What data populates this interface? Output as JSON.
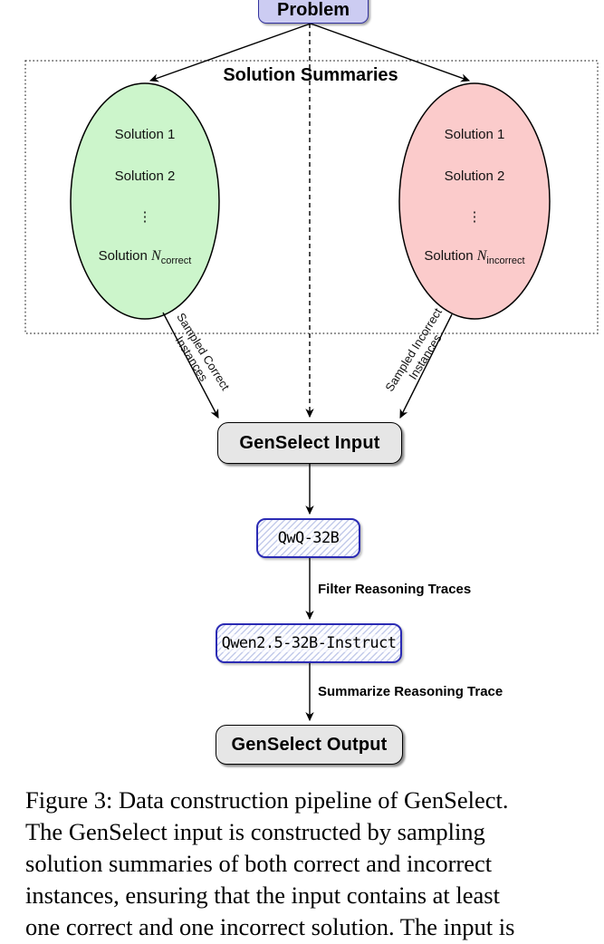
{
  "figure": {
    "problem_label": "Problem",
    "summaries_title": "Solution Summaries",
    "correct_ellipse": {
      "items": [
        "Solution 1",
        "Solution 2",
        "⋮"
      ],
      "last_prefix": "Solution ",
      "n_symbol": "N",
      "n_sub": "correct"
    },
    "incorrect_ellipse": {
      "items": [
        "Solution 1",
        "Solution 2",
        "⋮"
      ],
      "last_prefix": "Solution ",
      "n_symbol": "N",
      "n_sub": "incorrect"
    },
    "left_edge_label": {
      "line1": "Sampled Correct",
      "line2": "Instances"
    },
    "right_edge_label": {
      "line1": "Sampled Incorrect",
      "line2": "Instances"
    },
    "genselect_input_label": "GenSelect Input",
    "qwq_label": "QwQ-32B",
    "filter_label": "Filter Reasoning Traces",
    "qwen_label": "Qwen2.5-32B-Instruct",
    "summarize_label": "Summarize Reasoning Trace",
    "genselect_output_label": "GenSelect Output",
    "colors": {
      "problem_fill": "#ccccf2",
      "problem_border": "#33339e",
      "correct_fill": "#ccf5cb",
      "incorrect_fill": "#fbcbcb",
      "gray_box_fill": "#e6e6e6",
      "model_box_border": "#2b2bb4",
      "model_box_hatch": "#c3cbea"
    }
  },
  "caption": {
    "lines": [
      "Figure 3: Data construction pipeline of GenSelect.",
      "The GenSelect input is constructed by sampling",
      "solution summaries of both correct and incorrect",
      "instances, ensuring that the input contains at least",
      "one correct and one incorrect solution. The input is"
    ]
  }
}
